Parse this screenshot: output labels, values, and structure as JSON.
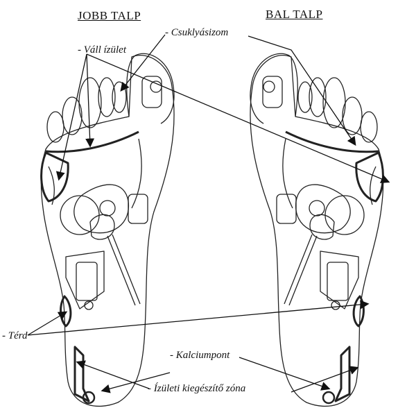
{
  "headers": {
    "right_sole": "JOBB TALP",
    "left_sole": "BAL TALP"
  },
  "labels": {
    "neck": "- Csuklyásizom",
    "shoulder": "- Váll ízület",
    "knee": "- Térd",
    "calcium": "- Kalciumpont",
    "joint_zone": "- Ízületi kiegészítő zóna"
  },
  "colors": {
    "ink": "#111111",
    "line": "#222222",
    "background": "#ffffff"
  }
}
